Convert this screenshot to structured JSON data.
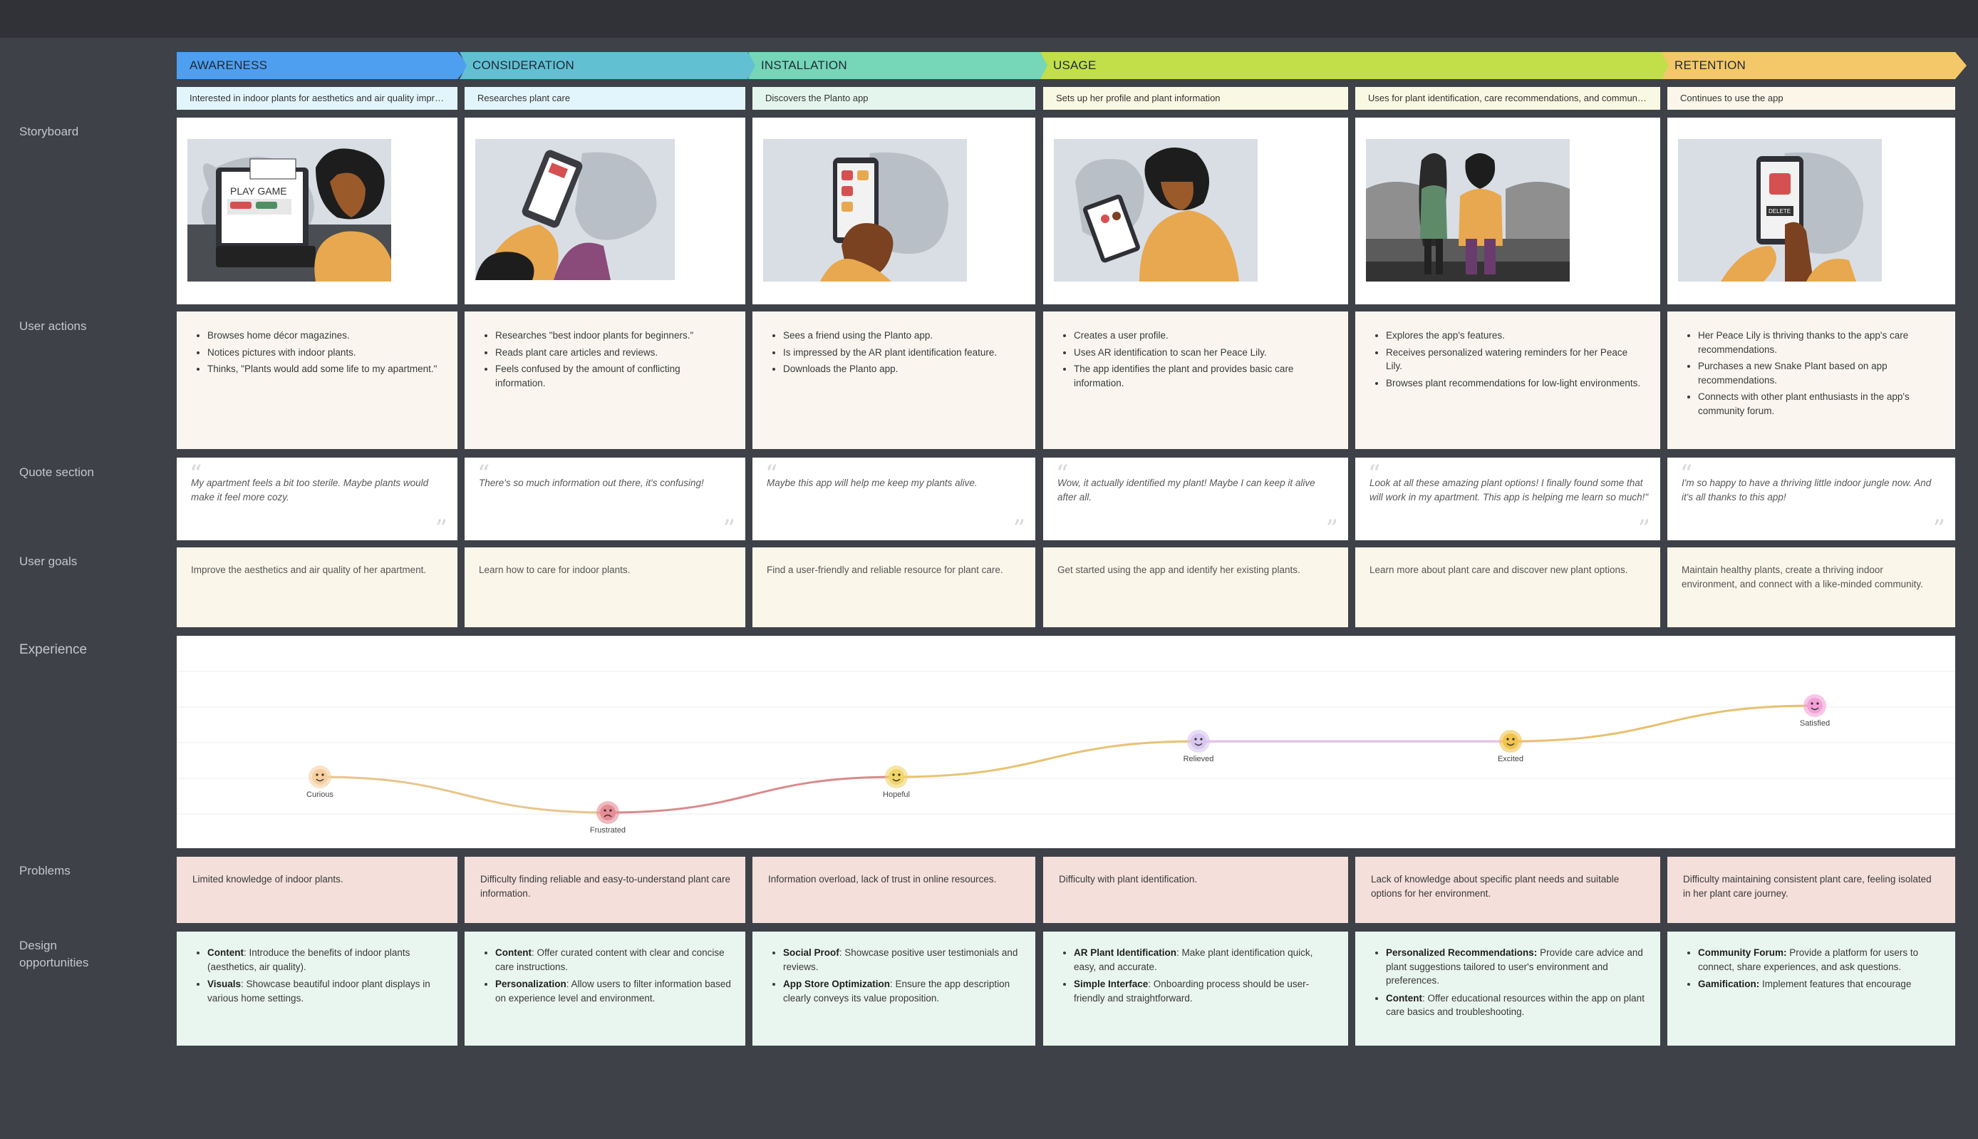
{
  "row_labels": {
    "storyboard": "Storyboard",
    "user_actions": "User actions",
    "quote_section": "Quote section",
    "user_goals": "User goals",
    "experience": "Experience",
    "problems": "Problems",
    "design_opportunities": "Design opportunities"
  },
  "phases": [
    {
      "label": "AWARENESS",
      "color": "#4e9ff0"
    },
    {
      "label": "CONSIDERATION",
      "color": "#62c0d3"
    },
    {
      "label": "INSTALLATION",
      "color": "#76d6b8"
    },
    {
      "label": "USAGE",
      "color": "#c2df4a"
    },
    {
      "label": "RETENTION",
      "color": "#f4c868"
    }
  ],
  "stages": [
    {
      "title": "Interested in indoor plants for aesthetics and air quality improvement",
      "color": "#e2f5fc",
      "actions": [
        "Browses home décor magazines.",
        "Notices pictures with indoor plants.",
        "Thinks, \"Plants would add some life to my apartment.\""
      ],
      "quote": "My apartment feels a bit too sterile. Maybe plants would make it feel more cozy.",
      "goal": "Improve the aesthetics and air quality of her apartment.",
      "problem": "Limited knowledge of indoor plants.",
      "opportunities": [
        {
          "title": "Content",
          "text": ": Introduce the benefits of indoor plants (aesthetics, air quality)."
        },
        {
          "title": "Visuals",
          "text": ": Showcase beautiful indoor plant displays in various home settings."
        }
      ]
    },
    {
      "title": "Researches plant care",
      "color": "#e2f5fc",
      "actions": [
        "Researches \"best indoor plants for beginners.\"",
        "Reads plant care articles and reviews.",
        "Feels confused by the amount of conflicting information."
      ],
      "quote": "There's so much information out there, it's confusing!",
      "goal": "Learn how to care for indoor plants.",
      "problem": "Difficulty finding reliable and easy-to-understand plant care information.",
      "opportunities": [
        {
          "title": "Content",
          "text": ": Offer curated content with clear and concise care instructions."
        },
        {
          "title": "Personalization",
          "text": ": Allow users to filter information based on experience level and environment."
        }
      ]
    },
    {
      "title": "Discovers the Planto app",
      "color": "#e4f5ee",
      "actions": [
        "Sees a friend using the Planto app.",
        "Is impressed by the AR plant identification feature.",
        "Downloads the Planto app."
      ],
      "quote": "Maybe this app will help me keep my plants alive.",
      "goal": "Find a user-friendly and reliable resource for plant care.",
      "problem": "Information overload, lack of trust in online resources.",
      "opportunities": [
        {
          "title": "Social Proof",
          "text": ": Showcase positive user testimonials and reviews."
        },
        {
          "title": "App Store Optimization",
          "text": ": Ensure the app description clearly conveys its value proposition."
        }
      ]
    },
    {
      "title": "Sets up her profile and plant information",
      "color": "#f9f8e2",
      "actions": [
        "Creates a user profile.",
        "Uses AR identification to scan her Peace Lily.",
        "The app identifies the plant and provides basic care information."
      ],
      "quote": "Wow, it actually identified my plant! Maybe I can keep it alive after all.",
      "goal": "Get started using the app and identify her existing plants.",
      "problem": "Difficulty with plant identification.",
      "opportunities": [
        {
          "title": "AR Plant Identification",
          "text": ": Make plant identification quick, easy, and accurate."
        },
        {
          "title": "Simple Interface",
          "text": ": Onboarding process should be user-friendly and straightforward."
        }
      ]
    },
    {
      "title": "Uses for plant identification, care recommendations, and community features",
      "color": "#f9f8e2",
      "actions": [
        "Explores the app's features.",
        "Receives personalized watering reminders for her Peace Lily.",
        "Browses plant recommendations for low-light environments."
      ],
      "quote": "Look at all these amazing plant options! I finally found some that will work in my apartment. This app is helping me learn so much!\"",
      "goal": "Learn more about plant care and discover new plant options.",
      "problem": "Lack of knowledge about specific plant needs and suitable options for her environment.",
      "opportunities": [
        {
          "title": "Personalized Recommendations:",
          "text": " Provide care advice and plant suggestions tailored to user's environment and preferences."
        },
        {
          "title": "Content",
          "text": ": Offer educational resources within the app on plant care basics and troubleshooting."
        }
      ]
    },
    {
      "title": "Continues to use the app",
      "color": "#fbf6e8",
      "actions": [
        "Her Peace Lily is thriving thanks to the app's care recommendations.",
        "Purchases a new Snake Plant based on app recommendations.",
        "Connects with other plant enthusiasts in the app's community forum."
      ],
      "quote": "I'm so happy to have a thriving little indoor jungle now. And it's all thanks to this app!",
      "goal": "Maintain healthy plants, create a thriving indoor environment, and connect with a like-minded community.",
      "problem": "Difficulty maintaining consistent plant care, feeling isolated in her plant care journey.",
      "opportunities": [
        {
          "title": "Community Forum:",
          "text": " Provide a platform for users to connect, share experiences, and ask questions."
        },
        {
          "title": "Gamification:",
          "text": " Implement features that encourage"
        }
      ]
    }
  ],
  "chart_data": {
    "type": "line",
    "title": "",
    "categories": [
      "Interested in indoor plants",
      "Researches plant care",
      "Discovers the Planto app",
      "Sets up her profile",
      "Uses for plant identification",
      "Continues to use the app"
    ],
    "series": [
      {
        "values": [
          3,
          2,
          3,
          4,
          4,
          5
        ]
      }
    ],
    "point_labels": [
      "Curious",
      "Frustrated",
      "Hopeful",
      "Relieved",
      "Excited",
      "Satisfied"
    ],
    "point_colors": [
      "#f5cfa0",
      "#e58c94",
      "#f0d469",
      "#d7c6f0",
      "#f2c34a",
      "#f2a0d6"
    ],
    "line_colors": [
      "#e8c58c",
      "#d98a8c",
      "#e8c272",
      "#e8bfe6",
      "#e8c070",
      "#e0a8d8"
    ],
    "ylim": [
      1,
      6
    ],
    "grid": true
  }
}
